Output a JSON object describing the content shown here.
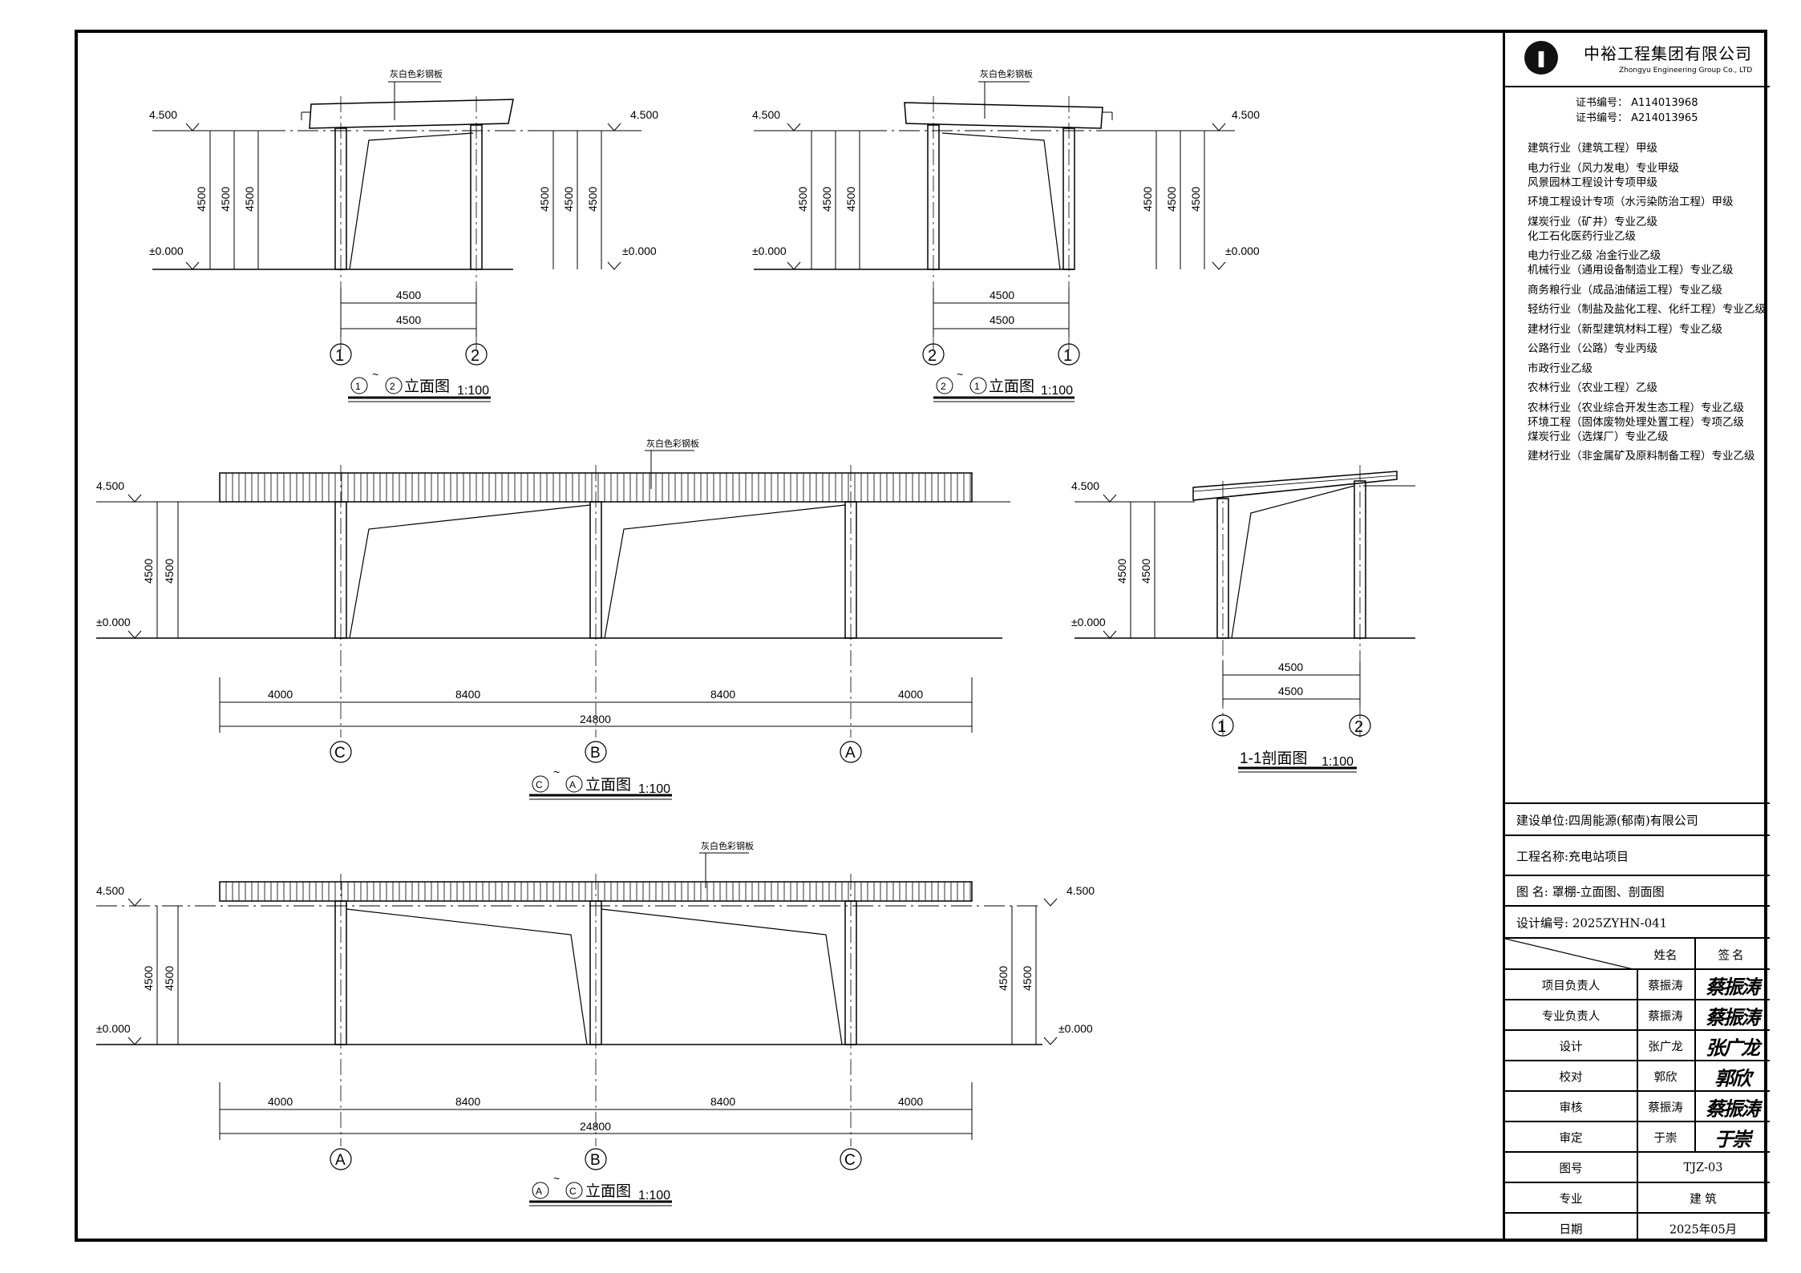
{
  "company": {
    "name": "中裕工程集团有限公司",
    "name_en": "Zhongyu Engineering Group Co., LTD",
    "logo_icon": "company-logo-icon"
  },
  "certs": [
    "证书编号：  A114013968",
    "证书编号：  A214013965"
  ],
  "qualifications": [
    "建筑行业（建筑工程）甲级",
    "电力行业（风力发电）专业甲级",
    "风景园林工程设计专项甲级",
    "环境工程设计专项（水污染防治工程）甲级",
    "煤炭行业（矿井）专业乙级",
    "化工石化医药行业乙级",
    "电力行业乙级    冶金行业乙级",
    "机械行业（通用设备制造业工程）专业乙级",
    "商务粮行业（成品油储运工程）专业乙级",
    "轻纺行业（制盐及盐化工程、化纤工程）专业乙级",
    "建材行业（新型建筑材料工程）专业乙级",
    "公路行业（公路）专业丙级",
    "市政行业乙级",
    "农林行业（农业工程）乙级",
    "农林行业（农业综合开发生态工程）专业乙级",
    "环境工程（固体废物处理处置工程）专项乙级",
    "煤炭行业（选煤厂）专业乙级",
    "建材行业（非金属矿及原料制备工程）专业乙级"
  ],
  "project": {
    "client": "建设单位:四周能源(郁南)有限公司",
    "name": "工程名称:充电站项目",
    "drawing": "图    名: 罩棚-立面图、剖面图",
    "code": "设计编号: 2025ZYHN-041"
  },
  "sign_header": {
    "name": "姓名",
    "sign": "签名"
  },
  "signatures": [
    {
      "role": "项目负责人",
      "name": "蔡振涛",
      "sig": "蔡振涛"
    },
    {
      "role": "专业负责人",
      "name": "蔡振涛",
      "sig": "蔡振涛"
    },
    {
      "role": "设计",
      "name": "张广龙",
      "sig": "张广龙"
    },
    {
      "role": "校对",
      "name": "郭欣",
      "sig": "郭欣"
    },
    {
      "role": "审核",
      "name": "蔡振涛",
      "sig": "蔡振涛"
    },
    {
      "role": "审定",
      "name": "于崇",
      "sig": "于崇"
    }
  ],
  "meta": [
    {
      "label": "图号",
      "value": "TJZ-03"
    },
    {
      "label": "专业",
      "value": "建    筑"
    },
    {
      "label": "日期",
      "value": "2025年05月"
    }
  ],
  "drawing": {
    "roof_note": "灰白色彩钢板",
    "elev_top": "4.500",
    "elev_zero": "±0.000",
    "dim_height": "4500",
    "dim_bay": "4500",
    "dim_4000": "4000",
    "dim_8400": "8400",
    "dim_total": "24800",
    "axis_1": "1",
    "axis_2": "2",
    "axis_A": "A",
    "axis_B": "B",
    "axis_C": "C",
    "tilde": "~",
    "view_elev": "立面图",
    "view_section": "1-1剖面图",
    "scale": "1:100"
  }
}
